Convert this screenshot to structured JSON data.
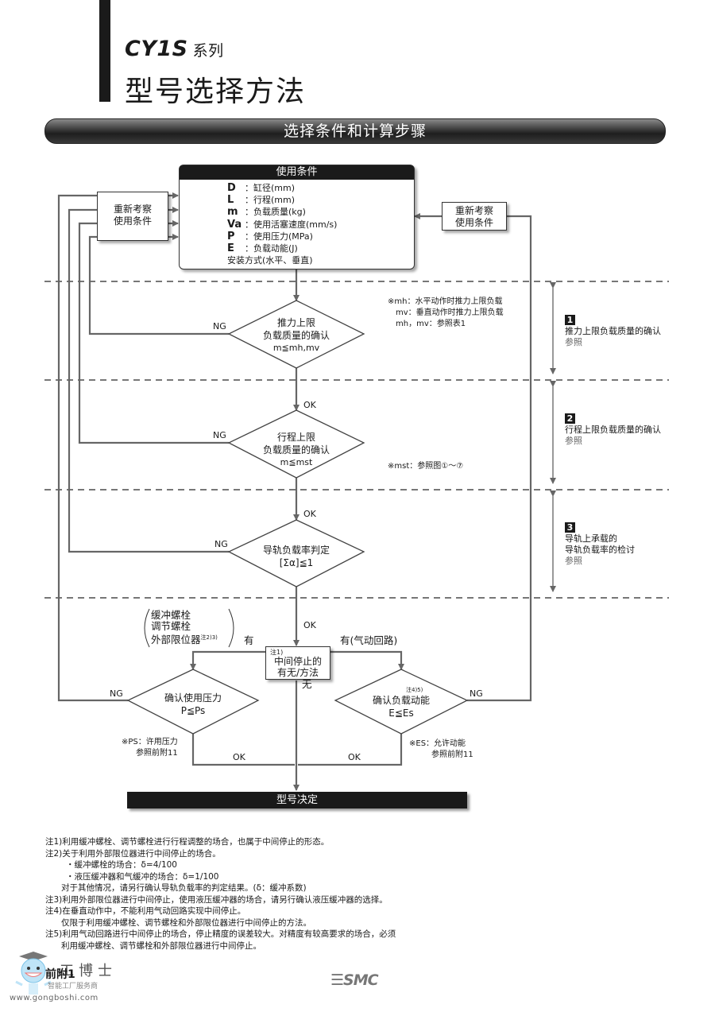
{
  "header": {
    "series": "CY1S",
    "series_suffix": "系列",
    "title": "型号选择方法"
  },
  "section_banner": "选择条件和计算步骤",
  "conditions": {
    "title": "使用条件",
    "items": [
      {
        "symbol": "D",
        "text": "：缸径(mm)"
      },
      {
        "symbol": "L",
        "text": "：行程(mm)"
      },
      {
        "symbol": "m",
        "text": "：负载质量(kg)"
      },
      {
        "symbol": "Va",
        "text": "：使用活塞速度(mm/s)"
      },
      {
        "symbol": "P",
        "text": "：使用压力(MPa)"
      },
      {
        "symbol": "E",
        "text": "：负载动能(J)"
      }
    ],
    "mounting": "安装方式(水平、垂直)"
  },
  "reconsider_left": {
    "line1": "重新考察",
    "line2": "使用条件"
  },
  "reconsider_right": {
    "line1": "重新考察",
    "line2": "使用条件"
  },
  "steps": [
    {
      "diamond": {
        "line1": "推力上限",
        "line2": "负载质量的确认",
        "line3": "m≦mh,mv"
      },
      "ng_label": "NG",
      "note": [
        "※mh：水平动作时推力上限负载",
        "mv：垂直动作时推力上限负载",
        "mh，mv：参照表1"
      ],
      "ref": {
        "num": "1",
        "title": "推力上限负载质量的确认",
        "sub": "参照"
      }
    },
    {
      "ok_label": "OK",
      "diamond": {
        "line1": "行程上限",
        "line2": "负载质量的确认",
        "line3": "m≦mst"
      },
      "ng_label": "NG",
      "note": [
        "※mst：参照图①～⑦"
      ],
      "ref": {
        "num": "2",
        "title": "行程上限负载质量的确认",
        "sub": "参照"
      }
    },
    {
      "ok_label": "OK",
      "diamond": {
        "line1": "导轨负载率判定",
        "line2": "[Σα]≦1"
      },
      "ng_label": "NG",
      "ref": {
        "num": "3",
        "title": "导轨上承载的",
        "title2": "导轨负载率的检讨",
        "sub": "参照"
      }
    }
  ],
  "midstop": {
    "ok_label": "OK",
    "note_mark": "注1)",
    "line1": "中间停止的",
    "line2": "有无/方法",
    "left_options": [
      "缓冲螺栓",
      "调节螺栓",
      "外部限位器"
    ],
    "left_options_note": "注2)3)",
    "left_label": "有",
    "right_label": "有(气动回路)",
    "none_label": "无"
  },
  "pressure_check": {
    "line1": "确认使用压力",
    "line2": "P≦Ps",
    "ng_label": "NG",
    "ok_label": "OK",
    "note": [
      "※PS：许用压力",
      "参照前附11"
    ]
  },
  "energy_check": {
    "note_mark": "注4)5)",
    "line1": "确认负载动能",
    "line2": "E≦Es",
    "ng_label": "NG",
    "ok_label": "OK",
    "note": [
      "※ES：允许动能",
      "参照前附11"
    ]
  },
  "decision": "型号决定",
  "footnotes": [
    "注1)利用缓冲螺栓、调节螺栓进行行程调整的场合，也属于中间停止的形态。",
    "注2)关于利用外部限位器进行中间停止的场合。",
    "・缓冲螺栓的场合：δ=4/100",
    "・液压缓冲器和气缓冲的场合：δ=1/100",
    "对于其他情况，请另行确认导轨负载率的判定结果。(δ：缓冲系数)",
    "注3)利用外部限位器进行中间停止，使用液压缓冲器的场合，请另行确认液压缓冲器的选择。",
    "注4)在垂直动作中，不能利用气动回路实现中间停止。",
    "仅限于利用缓冲螺栓、调节螺栓和外部限位器进行中间停止的方法。",
    "注5)利用气动回路进行中间停止的场合，停止精度的误差较大。对精度有较高要求的场合，必须",
    "利用缓冲螺栓、调节螺栓和外部限位器进行中间停止。"
  ],
  "footer": {
    "page": "前附1",
    "brand": "SMC",
    "watermark_name": "工博士",
    "watermark_tag": "智能工厂服务商",
    "watermark_url": "www.gongboshi.com"
  },
  "colors": {
    "line": "#666666",
    "dark": "#1a1a1a",
    "dash": "#777777"
  }
}
